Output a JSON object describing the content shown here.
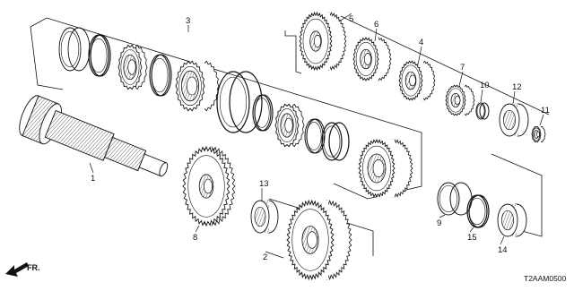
{
  "diagram_code": "T2AAM0500",
  "direction_label": "FR.",
  "callouts": [
    "1",
    "2",
    "3",
    "4",
    "5",
    "6",
    "7",
    "8",
    "9",
    "10",
    "11",
    "12",
    "13",
    "14",
    "15"
  ]
}
